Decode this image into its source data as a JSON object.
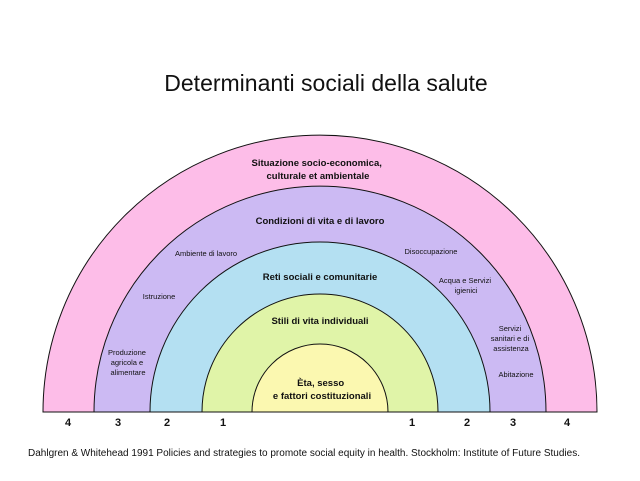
{
  "title": "Determinanti sociali della salute",
  "colors": {
    "layer_4": "#fdbde8",
    "layer_3": "#ccbaf3",
    "layer_2": "#b4e0f2",
    "layer_1": "#e0f4a8",
    "core": "#fbf8b0",
    "stroke": "#111111"
  },
  "layers": [
    {
      "id": "4",
      "lines": [
        "Situazione socio-economica,",
        "culturale et ambientale"
      ]
    },
    {
      "id": "3",
      "lines": [
        "Condizioni di vita e di lavoro"
      ]
    },
    {
      "id": "2",
      "lines": [
        "Reti sociali e comunitarie"
      ]
    },
    {
      "id": "1",
      "lines": [
        "Stili di vita individuali"
      ]
    },
    {
      "id": "core",
      "lines": [
        "Eta, sesso",
        "e fattori costituzionali"
      ]
    }
  ],
  "sectors": [
    {
      "lines": [
        "Ambiente di lavoro"
      ]
    },
    {
      "lines": [
        "Istruzione"
      ]
    },
    {
      "lines": [
        "Produzione",
        "agricola e",
        "alimentare"
      ]
    },
    {
      "lines": [
        "Disoccupazione"
      ]
    },
    {
      "lines": [
        "Acqua e Servizi",
        "igienici"
      ]
    },
    {
      "lines": [
        "Servizi",
        "sanitari e di",
        "assistenza"
      ]
    },
    {
      "lines": [
        "Abitazione"
      ]
    }
  ],
  "baseline_numbers": [
    "4",
    "3",
    "2",
    "1",
    "1",
    "2",
    "3",
    "4"
  ],
  "citation": "Dahlgren & Whitehead 1991 Policies and strategies to promote social equity in health. Stockholm: Institute of Future Studies."
}
